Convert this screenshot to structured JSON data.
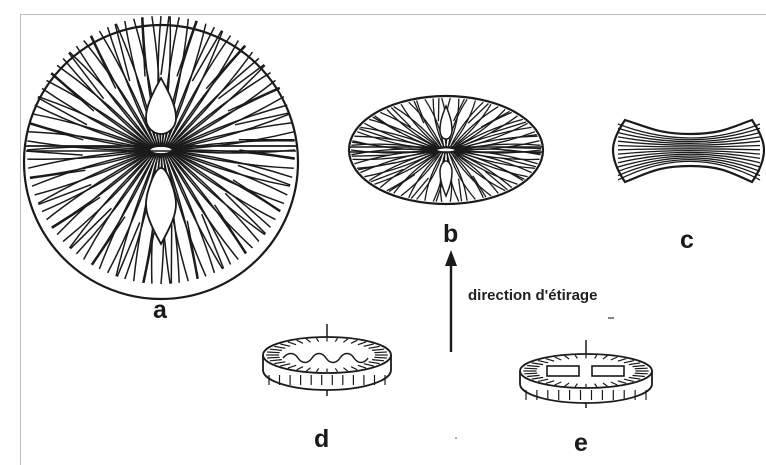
{
  "labels": {
    "a": "a",
    "b": "b",
    "c": "c",
    "d": "d",
    "e": "e",
    "direction": "direction d'étirage"
  },
  "colors": {
    "ink": "#1a1a1a",
    "frame": "#bdbdbd",
    "background": "#ffffff"
  },
  "icons": {
    "arrow": "arrow-up-icon"
  }
}
